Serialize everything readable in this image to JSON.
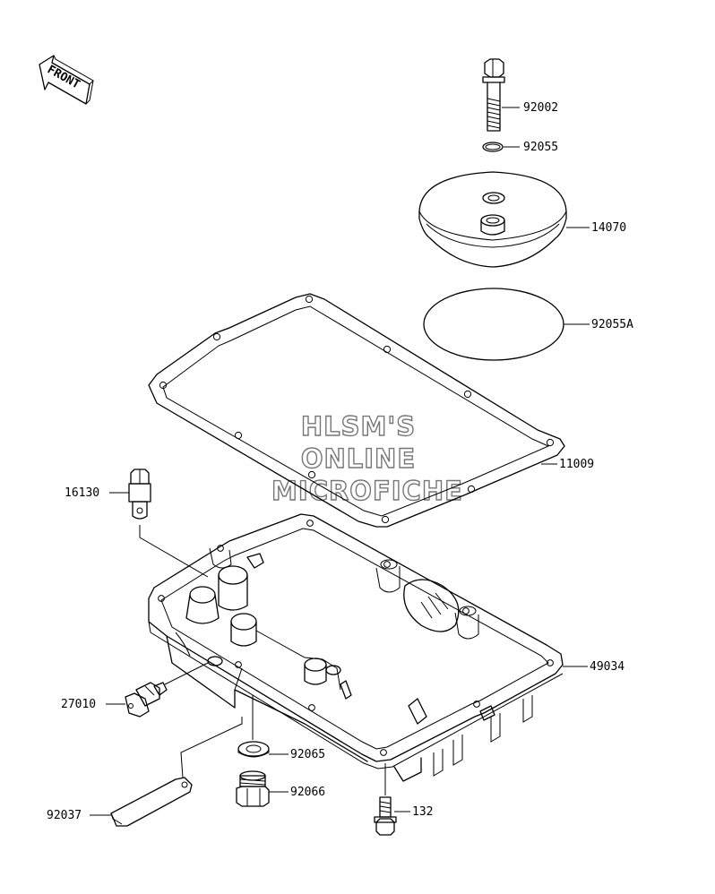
{
  "diagram": {
    "watermark": [
      "HLSM'S",
      "ONLINE",
      "MICROFICHE"
    ],
    "front_label": "FRONT",
    "parts": [
      {
        "key": "bolt_top",
        "number": "92002",
        "icon": "bolt-icon"
      },
      {
        "key": "oring_small",
        "number": "92055",
        "icon": "o-ring-icon"
      },
      {
        "key": "cover",
        "number": "14070",
        "icon": "cover-icon"
      },
      {
        "key": "oring_large",
        "number": "92055A",
        "icon": "o-ring-icon"
      },
      {
        "key": "gasket",
        "number": "11009",
        "icon": "gasket-icon"
      },
      {
        "key": "nipple",
        "number": "16130",
        "icon": "nipple-icon"
      },
      {
        "key": "oil_pan",
        "number": "49034",
        "icon": "oil-pan-icon"
      },
      {
        "key": "switch",
        "number": "27010",
        "icon": "switch-icon"
      },
      {
        "key": "washer",
        "number": "92065",
        "icon": "washer-icon"
      },
      {
        "key": "drain_plug",
        "number": "92066",
        "icon": "plug-icon"
      },
      {
        "key": "plate",
        "number": "92037",
        "icon": "plate-icon"
      },
      {
        "key": "bolt_bottom",
        "number": "132",
        "icon": "bolt-icon"
      }
    ]
  }
}
